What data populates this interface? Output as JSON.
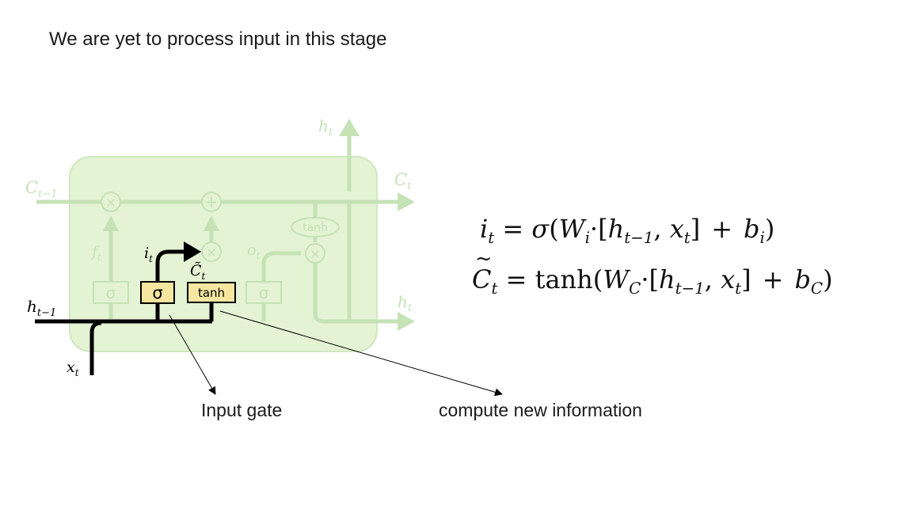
{
  "title": "We are yet to process input in this stage",
  "callouts": {
    "input_gate": "Input gate",
    "compute_new_information": "compute new information"
  },
  "diagram": {
    "cell_color": "#e3f3d3",
    "faded_color": "#c5e2b5",
    "gate_fill": "#f5e6a0",
    "active_color": "#000000",
    "labels": {
      "c_prev": "C",
      "c_prev_sub": "t−1",
      "c_t": "C",
      "c_t_sub": "t",
      "h_top": "h",
      "h_top_sub": "t",
      "h_right": "h",
      "h_right_sub": "t",
      "h_prev": "h",
      "h_prev_sub": "t−1",
      "x_t": "x",
      "x_t_sub": "t",
      "f_t": "f",
      "f_t_sub": "t",
      "i_t": "i",
      "i_t_sub": "t",
      "o_t": "o",
      "o_t_sub": "t",
      "c_tilde": "C̃",
      "c_tilde_sub": "t"
    },
    "gates": {
      "forget": "σ",
      "input": "σ",
      "candidate": "tanh",
      "output": "σ",
      "output_tanh": "tanh"
    },
    "ops": {
      "multiply": "×",
      "add": "+"
    }
  },
  "equations": {
    "input_gate": {
      "lhs": "i",
      "lhs_sub": "t",
      "eq": "=",
      "sigma": "σ",
      "open": "(",
      "W": "W",
      "W_sub": "i",
      "dot": "·",
      "bracket": "[",
      "h": "h",
      "h_sub": "t−1",
      "comma": ", ",
      "x": "x",
      "x_sub": "t",
      "close_bracket": "]",
      "plus": "+",
      "b": "b",
      "b_sub": "i",
      "close": ")"
    },
    "candidate": {
      "lhs": "C",
      "lhs_sub": "t",
      "eq": "=",
      "fn": "tanh(",
      "W": "W",
      "W_sub": "C",
      "dot": "·",
      "bracket": "[",
      "h": "h",
      "h_sub": "t−1",
      "comma": ", ",
      "x": "x",
      "x_sub": "t",
      "close_bracket": "]",
      "plus": "+",
      "b": "b",
      "b_sub": "C",
      "close": ")"
    }
  }
}
